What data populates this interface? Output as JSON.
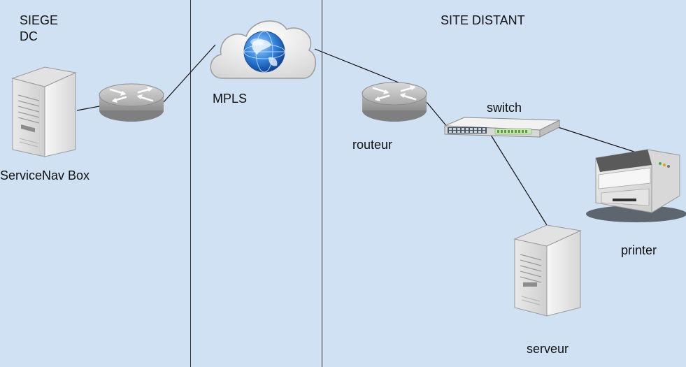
{
  "zones": {
    "siege_line1": "SIEGE",
    "siege_line2": "DC",
    "mpls": "MPLS",
    "site_distant": "SITE DISTANT"
  },
  "nodes": {
    "servicenav_box": "ServiceNav Box",
    "routeur": "routeur",
    "switch": "switch",
    "printer": "printer",
    "serveur": "serveur"
  },
  "colors": {
    "background": "#cfe1f3",
    "divider": "#333333",
    "link": "#111111"
  }
}
